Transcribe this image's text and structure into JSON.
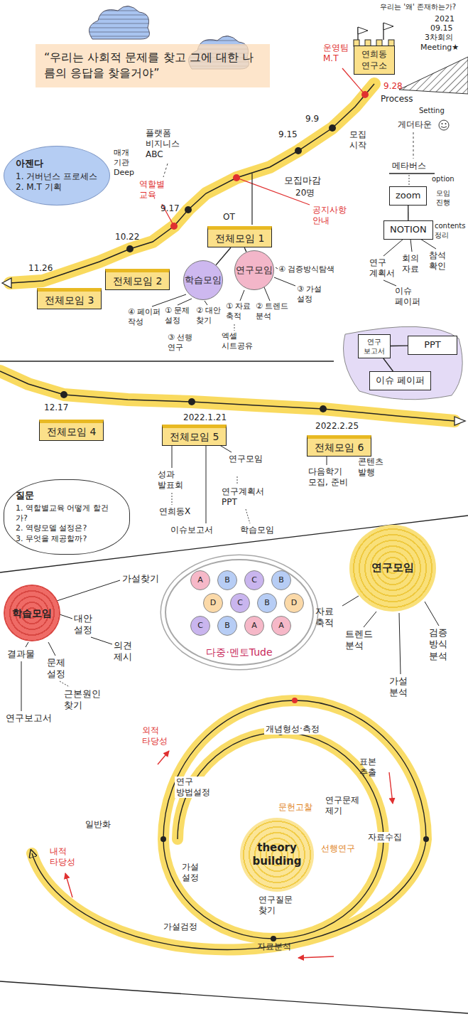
{
  "diagram": {
    "nodes": [
      {
        "text": [
          "“우리는 사회적 문제를 찾고 그에 대한 나름의 응답을 찾을거야”"
        ]
      },
      {
        "text": [
          "연희동 연구소"
        ]
      },
      {
        "text": [
          "아젠다",
          "1. 거버넌스 프로세스",
          "2. M.T 기획"
        ]
      },
      {
        "text": [
          "zoom"
        ]
      },
      {
        "text": [
          "NOTION"
        ]
      },
      {
        "text": [
          "전체모임 1"
        ]
      },
      {
        "text": [
          "학습모임"
        ]
      },
      {
        "text": [
          "연구모임"
        ]
      },
      {
        "text": [
          "전체모임 2"
        ]
      },
      {
        "text": [
          "전체모임 3"
        ]
      },
      {
        "text": [
          "연구 보고서"
        ]
      },
      {
        "text": [
          "PPT"
        ]
      },
      {
        "text": [
          "이슈 페이퍼"
        ]
      },
      {
        "text": [
          "전체모임 4"
        ]
      },
      {
        "text": [
          "전체모임 5"
        ]
      },
      {
        "text": [
          "전체모임 6"
        ]
      },
      {
        "text": [
          "질문",
          "1. 역할별교육 어떻게 할건가?",
          "2. 역량모델 설정은?",
          "3. 무엇을 제공할까?"
        ]
      },
      {
        "text": [
          "학습모임"
        ]
      },
      {
        "text": [
          "다중·멘토Tude"
        ]
      },
      {
        "text": [
          "A"
        ],
        "in": 18
      },
      {
        "text": [
          "B"
        ],
        "in": 18
      },
      {
        "text": [
          "C"
        ],
        "in": 18
      },
      {
        "text": [
          "B"
        ],
        "in": 18
      },
      {
        "text": [
          "D"
        ],
        "in": 18
      },
      {
        "text": [
          "C"
        ],
        "in": 18
      },
      {
        "text": [
          "B"
        ],
        "in": 18
      },
      {
        "text": [
          "D"
        ],
        "in": 18
      },
      {
        "text": [
          "C"
        ],
        "in": 18
      },
      {
        "text": [
          "B"
        ],
        "in": 18
      },
      {
        "text": [
          "A"
        ],
        "in": 18
      },
      {
        "text": [
          "A"
        ],
        "in": 18
      },
      {
        "text": [
          "연구모임"
        ]
      },
      {
        "text": [
          "theory building"
        ]
      }
    ],
    "edges": [
      {
        "from": 5,
        "to": 6,
        "arrow": "none"
      },
      {
        "from": 5,
        "to": 7,
        "arrow": "none"
      },
      {
        "from": 3,
        "to": 4,
        "arrow": "none"
      },
      {
        "from": 10,
        "to": 11,
        "arrow": "none"
      },
      {
        "from": 10,
        "to": 12,
        "arrow": "none"
      }
    ],
    "labels": [
      "우리는 '왜' 존재하는가?",
      "2021",
      "09.15",
      "3차회의",
      "Meeting★",
      "운영팀 M.T",
      "9.28",
      "Process",
      "9.9",
      "모집 시작",
      "9.15",
      "모집마감",
      "20명",
      "공지사항 안내",
      "Setting",
      "게더타운",
      "메타버스",
      "option",
      "모임 진행",
      "contents 정리",
      "연구 계획서",
      "회의 자료",
      "참석 확인",
      "이슈 페이퍼",
      "플랫폼 비지니스 ABC",
      "매개 기관 Deep",
      "역할별 교육",
      "9.17",
      "10.22",
      "11.26",
      "OT",
      "④ 페이퍼 작성",
      "① 문제 설정",
      "② 대안 찾기",
      "③ 선행 연구",
      "① 자료 축적",
      "② 트렌드 분석",
      "③ 가설 설정",
      "④ 검증방식탐색",
      "엑셀 시트공유",
      "12.17",
      "2022.1.21",
      "2022.2.25",
      "성과 발표회",
      "연희동X",
      "연구모임",
      "연구계획서 PPT",
      "이슈보고서",
      "학습모임",
      "다음학기 모집, 준비",
      "콘텐츠 발행",
      "가설찾기",
      "대안 설정",
      "의견 제시",
      "결과물",
      "문제 설정",
      "근본원인 찾기",
      "연구보고서",
      "자료 축적",
      "트렌드 분석",
      "검증 방식 분석",
      "가설 분석",
      "개념형성·측정",
      "표본 추출",
      "자료수집",
      "연구문제 제기",
      "문헌고찰",
      "선행연구",
      "연구질문 찾기",
      "가설 설정",
      "연구 방법설정",
      "외적 타당성",
      "일반화",
      "내적 타당성",
      "가설검정",
      "자료분석"
    ]
  }
}
